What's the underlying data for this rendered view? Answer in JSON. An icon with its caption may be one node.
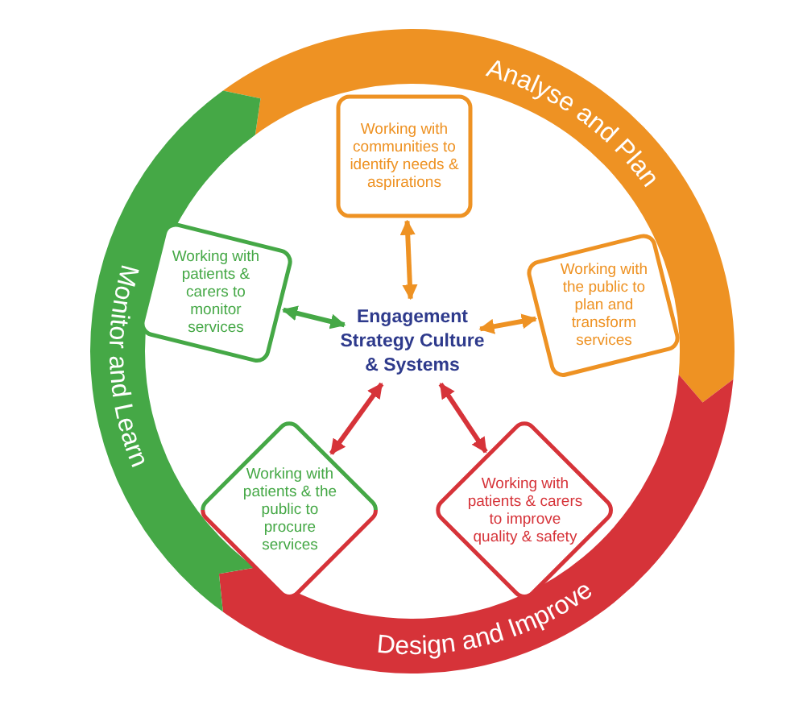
{
  "diagram": {
    "nodes": [
      {
        "text": [
          "Analyse and Plan"
        ]
      },
      {
        "text": [
          "Design and Improve"
        ]
      },
      {
        "text": [
          "Monitor and Learn"
        ]
      },
      {
        "text": [
          "Working with communities to identify needs & aspirations"
        ]
      },
      {
        "text": [
          "Working with patients & carers to monitor services"
        ]
      },
      {
        "text": [
          "Engagement Strategy Culture & Systems"
        ]
      },
      {
        "text": [
          "Working with the public to plan and transform services"
        ]
      },
      {
        "text": [
          "Working with patients & the public to procure services"
        ]
      },
      {
        "text": [
          "Working with patients & carers to improve quality & safety"
        ]
      }
    ],
    "edges": [
      {
        "from": 5,
        "to": 3,
        "arrow": "both",
        "color": "#ee9223"
      },
      {
        "from": 5,
        "to": 4,
        "arrow": "both",
        "color": "#45a846"
      },
      {
        "from": 5,
        "to": 6,
        "arrow": "both",
        "color": "#ee9223"
      },
      {
        "from": 5,
        "to": 7,
        "arrow": "both",
        "color": "#d63339"
      },
      {
        "from": 5,
        "to": 8,
        "arrow": "both",
        "color": "#d63339"
      }
    ]
  }
}
